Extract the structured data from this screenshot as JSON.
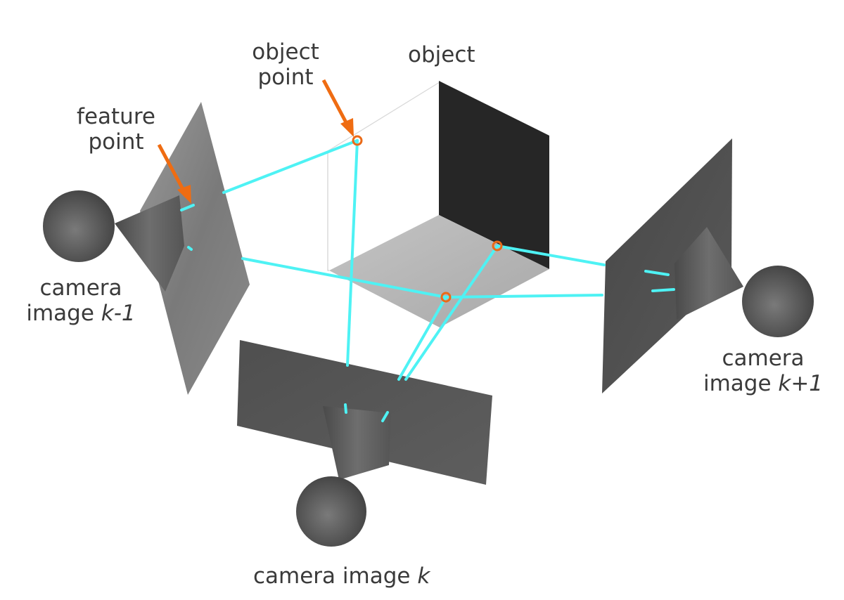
{
  "labels": {
    "object_point": [
      "object",
      "point"
    ],
    "object": "object",
    "feature_point": [
      "feature",
      "point"
    ],
    "camera_left": {
      "line1": "camera",
      "line2_prefix": "image ",
      "line2_index": "k-1"
    },
    "camera_bottom": {
      "prefix": "camera image ",
      "index": "k"
    },
    "camera_right": {
      "line1": "camera",
      "line2_prefix": "image ",
      "line2_index": "k+1"
    }
  },
  "colors": {
    "ray": "#4ef2f4",
    "point_marker": "#ea6a18",
    "arrow": "#ef6c12",
    "label_text": "#3a3a3a",
    "camera_body": "#555555",
    "image_plane": "#5a5a5a",
    "object_dark_face": "#262626",
    "object_floor": "#b4b4b4"
  }
}
